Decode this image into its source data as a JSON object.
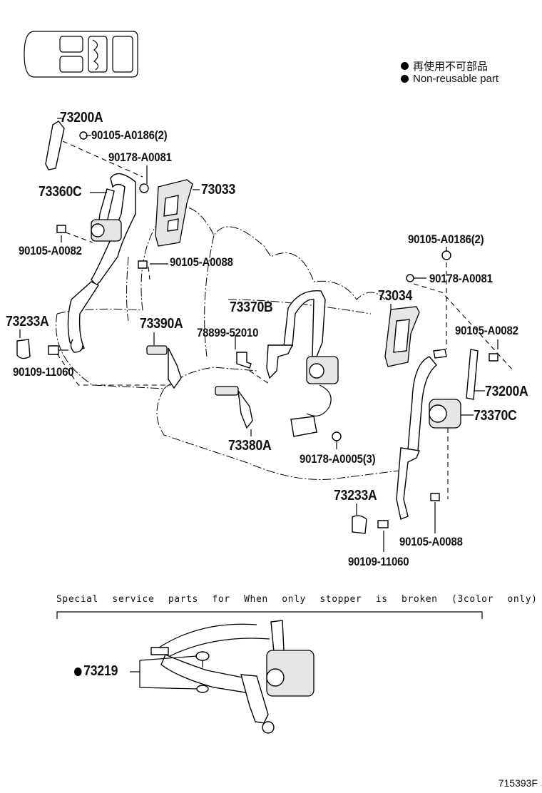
{
  "legend": {
    "items": [
      {
        "text": "再使用不可部品",
        "icon": "bullet-icon"
      },
      {
        "text": "Non-reusable part",
        "icon": "bullet-icon"
      }
    ]
  },
  "callouts": {
    "c73200A_top": "73200A",
    "c90105_A0186_top": "90105-A0186(2)",
    "c90178_A0081_top": "90178-A0081",
    "c73360C": "73360C",
    "c73033": "73033",
    "c90105_A0082_left": "90105-A0082",
    "c90105_A0088_left": "90105-A0088",
    "c73233A_left": "73233A",
    "c90109_11060_left": "90109-11060",
    "c73390A": "73390A",
    "c73370B": "73370B",
    "c78899_52010": "78899-52010",
    "c73380A": "73380A",
    "c90178_A0005": "90178-A0005(3)",
    "c90105_A0186_right": "90105-A0186(2)",
    "c90178_A0081_right": "90178-A0081",
    "c73034": "73034",
    "c90105_A0082_right": "90105-A0082",
    "c73200A_right": "73200A",
    "c73370C": "73370C",
    "c73233A_right": "73233A",
    "c90105_A0088_right": "90105-A0088",
    "c90109_11060_right": "90109-11060"
  },
  "service_note": "Special service parts for When only stopper is broken (3color only)",
  "special_part": "73219",
  "image_number": "715393F",
  "colors": {
    "line": "#000000",
    "background": "#ffffff"
  }
}
